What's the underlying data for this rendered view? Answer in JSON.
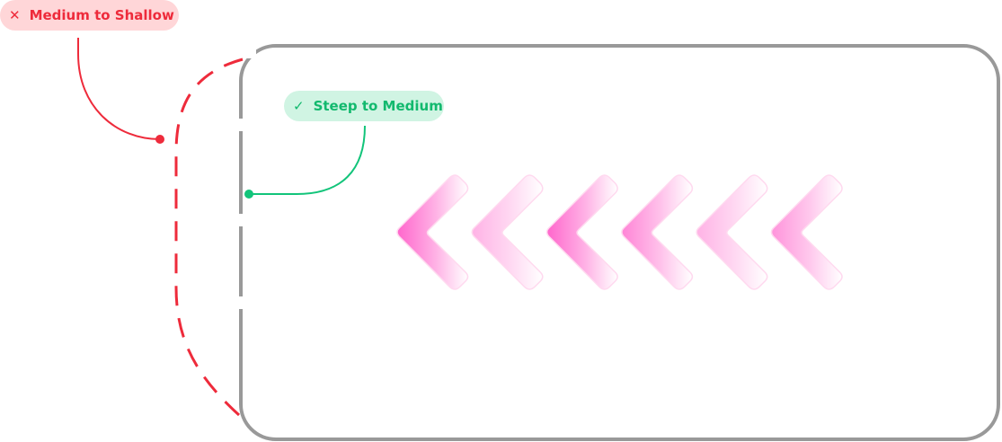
{
  "labels": {
    "bad": {
      "icon": "x-icon",
      "glyph": "✕",
      "text": "Medium to Shallow",
      "color": "#ee2b3b"
    },
    "good": {
      "icon": "check-icon",
      "glyph": "✓",
      "text": "Steep to Medium",
      "color": "#12b96e"
    }
  },
  "chevrons": {
    "color": "#ff66cc",
    "intensities": [
      1,
      0.5,
      1,
      0.8,
      0.5,
      0.7
    ]
  },
  "frame_color": "#999999"
}
